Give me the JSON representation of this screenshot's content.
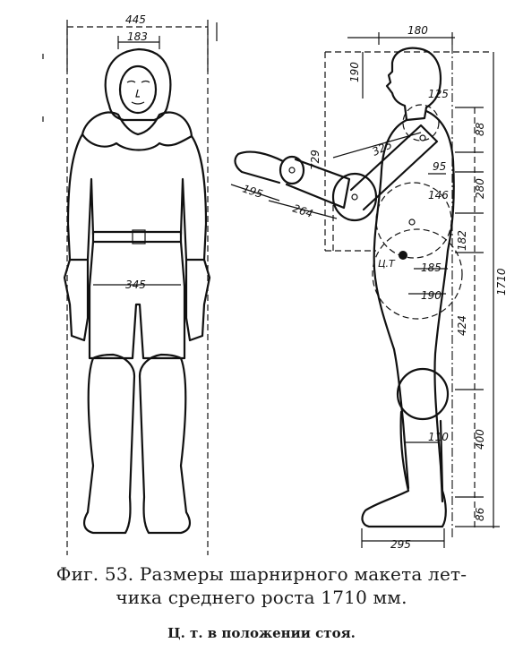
{
  "figure": {
    "front_view": {
      "dims": {
        "shoulder_width": "445",
        "head_width": "183",
        "hip_width": "345"
      }
    },
    "side_view": {
      "dims": {
        "top_depth": "180",
        "head_height": "190",
        "shoulder_to_hip": "729",
        "forearm": "325",
        "hand": "195",
        "upper_arm": "264",
        "d125": "125",
        "d88": "88",
        "d95": "95",
        "d146": "146",
        "d280": "280",
        "d182": "182",
        "d185": "185",
        "d190": "190",
        "d424": "424",
        "d1710": "1710",
        "d400": "400",
        "d110": "110",
        "d86": "86",
        "foot_length": "295"
      },
      "cg_label": "Ц.Т"
    }
  },
  "caption": {
    "line1": "Фиг.  53. Размеры шарнирного макета лет-",
    "line2": "чика среднего роста 1710 мм.",
    "line3": "Ц. т. в положении стоя."
  }
}
